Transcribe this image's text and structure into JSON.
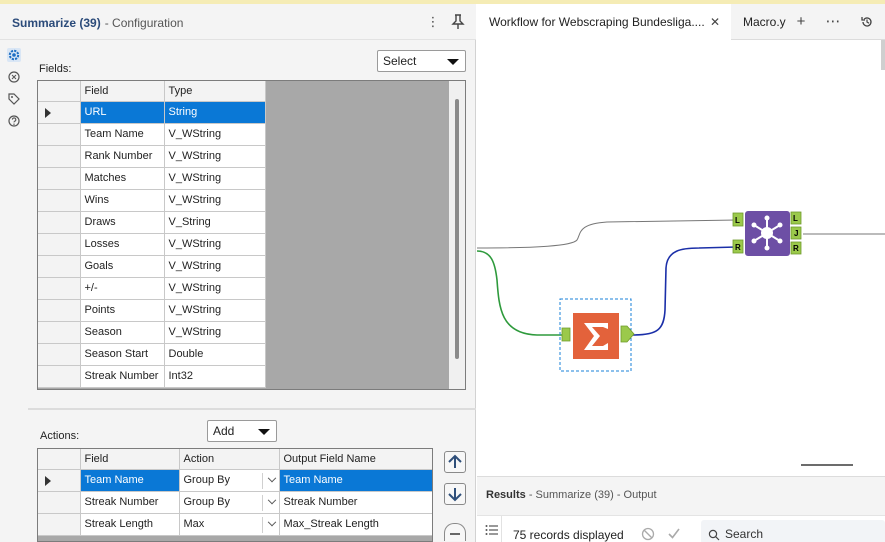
{
  "config": {
    "title": "Summarize (39)",
    "subtitle": "- Configuration",
    "fields_label": "Fields:",
    "select_label": "Select",
    "fields_headers": [
      "Field",
      "Type"
    ],
    "fields": [
      {
        "field": "URL",
        "type": "String"
      },
      {
        "field": "Team Name",
        "type": "V_WString"
      },
      {
        "field": "Rank Number",
        "type": "V_WString"
      },
      {
        "field": "Matches",
        "type": "V_WString"
      },
      {
        "field": "Wins",
        "type": "V_WString"
      },
      {
        "field": "Draws",
        "type": "V_String"
      },
      {
        "field": "Losses",
        "type": "V_WString"
      },
      {
        "field": "Goals",
        "type": "V_WString"
      },
      {
        "field": "+/-",
        "type": "V_WString"
      },
      {
        "field": "Points",
        "type": "V_WString"
      },
      {
        "field": "Season",
        "type": "V_WString"
      },
      {
        "field": "Season Start",
        "type": "Double"
      },
      {
        "field": "Streak Number",
        "type": "Int32"
      }
    ],
    "actions_label": "Actions:",
    "add_label": "Add",
    "actions_headers": [
      "Field",
      "Action",
      "Output Field Name"
    ],
    "actions": [
      {
        "field": "Team Name",
        "action": "Group By",
        "output": "Team Name"
      },
      {
        "field": "Streak Number",
        "action": "Group By",
        "output": "Streak Number"
      },
      {
        "field": "Streak Length",
        "action": "Max",
        "output": "Max_Streak Length"
      }
    ]
  },
  "tabs": [
    {
      "label": "Workflow for Webscraping Bundesliga...."
    },
    {
      "label": "Macro.y"
    }
  ],
  "canvas": {
    "join_anchors_left": [
      "L",
      "R"
    ],
    "join_anchors_right": [
      "L",
      "J",
      "R"
    ]
  },
  "results": {
    "title": "Results",
    "subtitle": "- Summarize (39) - Output",
    "records": "75 records displayed",
    "search_placeholder": "Search"
  },
  "colors": {
    "accent": "#0a78d6",
    "join_tool": "#6d4fa5",
    "summarize_tool": "#e3623b",
    "anchor": "#9bc94b",
    "green_wire": "#2e9a3c",
    "blue_wire": "#1b2fa8"
  }
}
